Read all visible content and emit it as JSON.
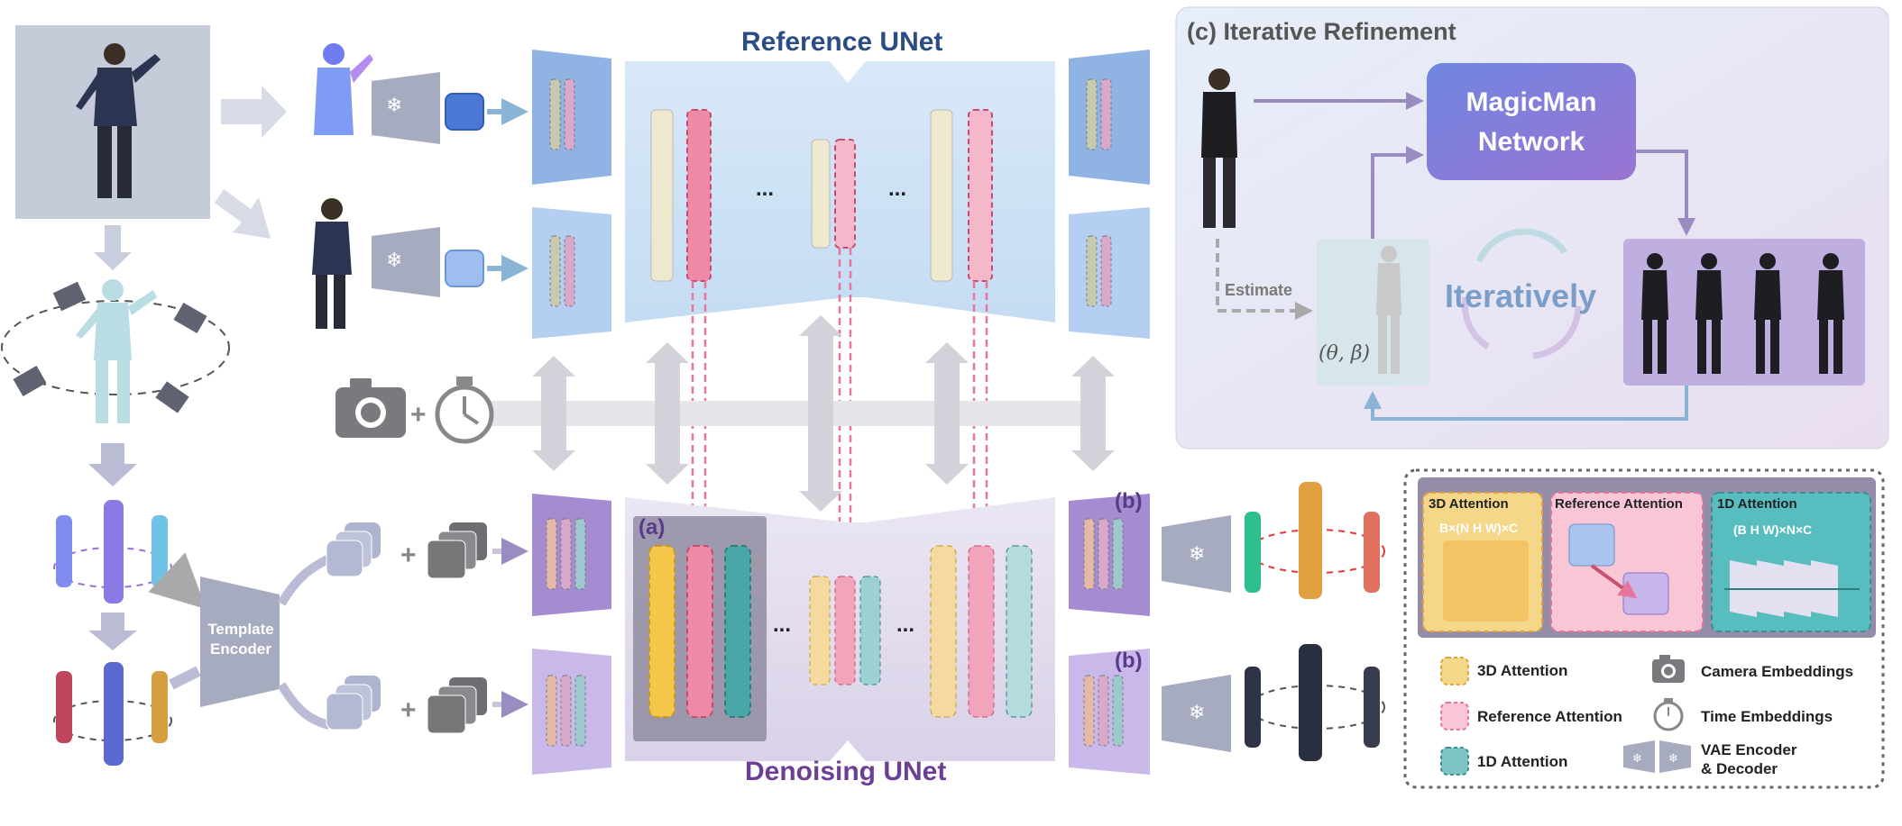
{
  "reference_unet": {
    "title": "Reference UNet"
  },
  "denoising_unet": {
    "title": "Denoising UNet"
  },
  "ellipsis": "...",
  "template_encoder": {
    "line1": "Template",
    "line2": "Encoder"
  },
  "markers": {
    "a": "(a)",
    "b": "(b)"
  },
  "refinement": {
    "title": "(c) Iterative Refinement",
    "network_line1": "MagicMan",
    "network_line2": "Network",
    "estimate": "Estimate",
    "params": "(θ, β)",
    "iteratively": "Iteratively"
  },
  "attention_boxes": {
    "attn3d": {
      "title": "3D Attention",
      "shape": "B×(N H W)×C"
    },
    "ref": {
      "title": "Reference Attention"
    },
    "attn1d": {
      "title": "1D Attention",
      "shape": "(B H W)×N×C"
    }
  },
  "legend": {
    "attn3d": "3D Attention",
    "ref": "Reference Attention",
    "attn1d": "1D Attention",
    "camera": "Camera Embeddings",
    "time": "Time Embeddings",
    "vae_line1": "VAE Encoder",
    "vae_line2": "& Decoder"
  },
  "colors": {
    "ref_unet": "#cfe3f7",
    "den_unet": "#ddd7ea",
    "attn3d": "#f5c64a",
    "ref_attn": "#ef8aa6",
    "attn1d": "#5ab8b8",
    "refinement_bg": "#e8e4f3",
    "network": "#7e73d6"
  }
}
